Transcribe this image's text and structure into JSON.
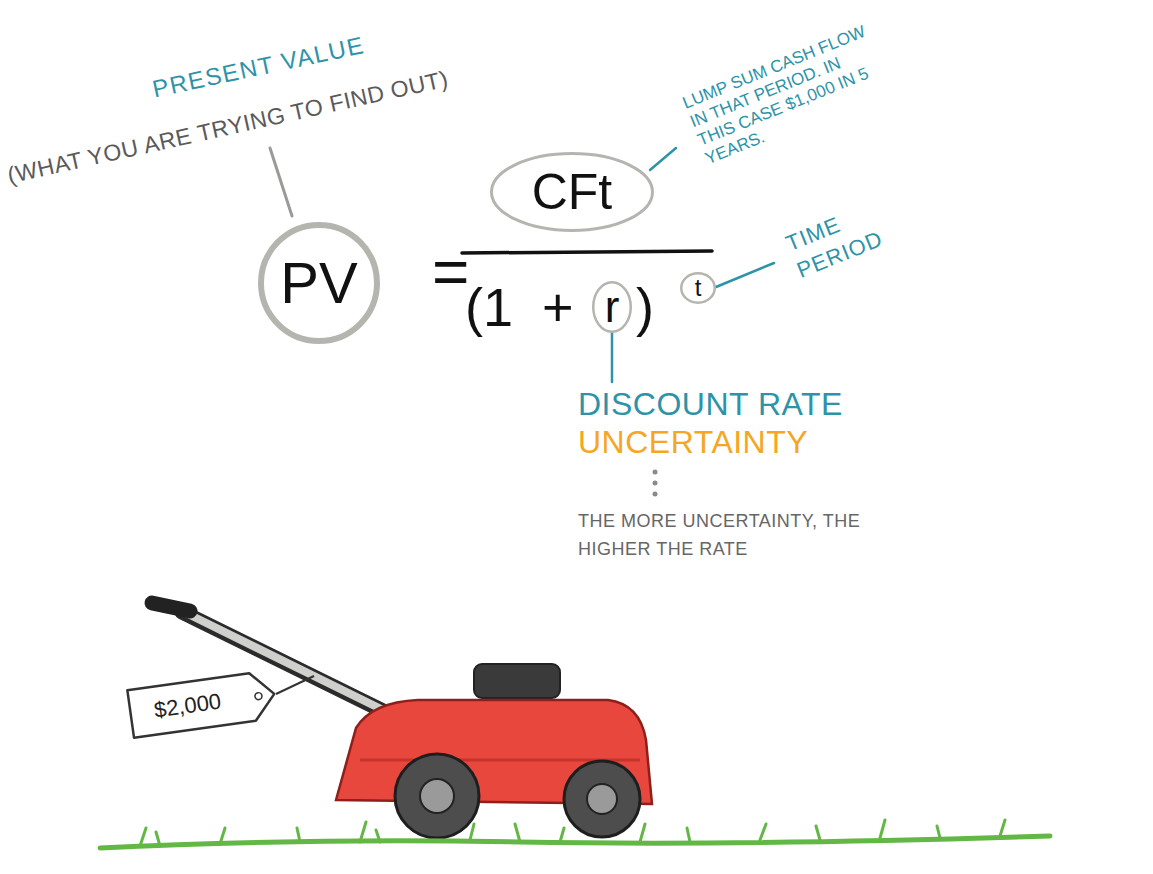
{
  "diagram": {
    "nodes": [
      {
        "text": [
          "PV"
        ]
      },
      {
        "text": [
          "CFt"
        ]
      },
      {
        "text": [
          "r"
        ]
      },
      {
        "text": [
          "t"
        ]
      },
      {
        "text": [
          "$2,000"
        ]
      }
    ],
    "labels": [
      "PRESENT VALUE",
      "(WHAT YOU ARE TRYING TO FIND OUT)",
      "=",
      "(1 +",
      ")",
      "LUMP SUM CASH FLOW IN THAT PERIOD. IN THIS CASE $1,000 IN 5 YEARS.",
      "TIME PERIOD",
      "DISCOUNT RATE",
      "UNCERTAINTY",
      "THE MORE UNCERTAINTY, THE HIGHER THE RATE"
    ]
  }
}
